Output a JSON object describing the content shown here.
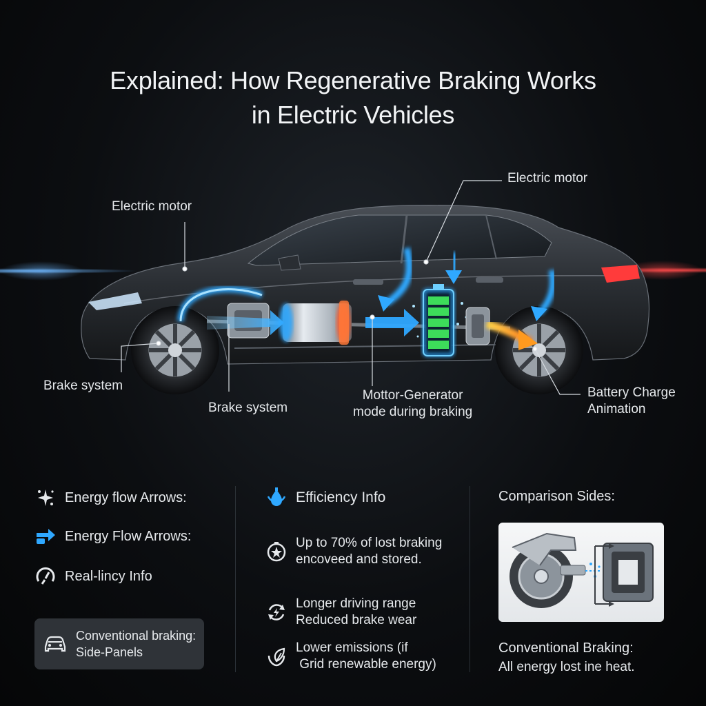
{
  "header": {
    "title_line1": "Explained: How Regenerative Braking Works",
    "title_line2": "in Electric Vehicles"
  },
  "diagram_labels": {
    "electric_motor_left": "Electric motor",
    "electric_motor_right": "Electric motor",
    "brake_system_left": "Brake system",
    "brake_system_center": "Brake system",
    "motor_generator_line1": "Mottor-Generator",
    "motor_generator_line2": "mode during braking",
    "battery_charge_line1": "Battery Charge",
    "battery_charge_line2": "Animation"
  },
  "left_column": {
    "items": [
      {
        "label": "Energy flow Arrows:",
        "icon": "sparkle-icon"
      },
      {
        "label": "Energy Flow Arrows:",
        "icon": "arrows-icon"
      },
      {
        "label": "Real-lincy Info",
        "icon": "gauge-icon"
      }
    ],
    "panel": {
      "icon": "car-icon",
      "line1": "Conventional braking:",
      "line2": "Side-Panels"
    }
  },
  "middle_column": {
    "heading": "Efficiency Info",
    "heading_icon": "efficiency-icon",
    "items": [
      {
        "icon": "star-icon",
        "line1": "Up to 70% of lost braking",
        "line2": "encoveed and stored."
      },
      {
        "icon": "recycle-icon",
        "line1": "Longer driving range",
        "line2": "Reduced brake wear"
      },
      {
        "icon": "leaf-icon",
        "line1": "Lower emissions (if",
        "line2": " Grid renewable energy)"
      }
    ]
  },
  "right_column": {
    "heading": "Comparison Sides:",
    "caption_line1": "Conventional Braking:",
    "caption_line2": "All energy lost ine heat."
  },
  "colors": {
    "background": "#0c0e11",
    "energy_blue": "#2fa8ff",
    "battery_green": "#3ddc5a",
    "heat_orange": "#ff9a1f",
    "tail_red": "#ff3b3b"
  }
}
